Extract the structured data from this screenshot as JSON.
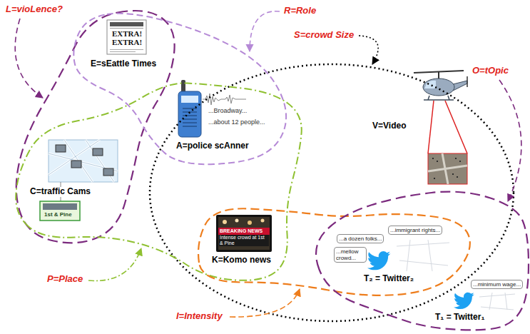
{
  "diagram": {
    "nodes": [
      {
        "text": [
          "EXTRA! EXTRA!",
          "E=sEattle Times"
        ]
      },
      {
        "text": [
          "...Broadway...",
          "...about 12 people...",
          "A=police scAnner"
        ]
      },
      {
        "text": [
          "V=Video"
        ]
      },
      {
        "text": [
          "1st & Pine",
          "C=traffic Cams"
        ]
      },
      {
        "text": [
          "BREAKING NEWS",
          "Intense crowd at 1st & Pine",
          "K=Komo news"
        ]
      },
      {
        "text": [
          "...a dozen folks...",
          "...immigrant rights...",
          "...mellow crowd...",
          "T₂ = Twitter₂"
        ]
      },
      {
        "text": [
          "...minimum wage...",
          "T₁ = Twitter₁"
        ]
      }
    ],
    "labels": [
      "L=vioLence?",
      "R=Role",
      "S=crowd Size",
      "O=tOpic",
      "P=Place",
      "I=Intensity"
    ]
  }
}
